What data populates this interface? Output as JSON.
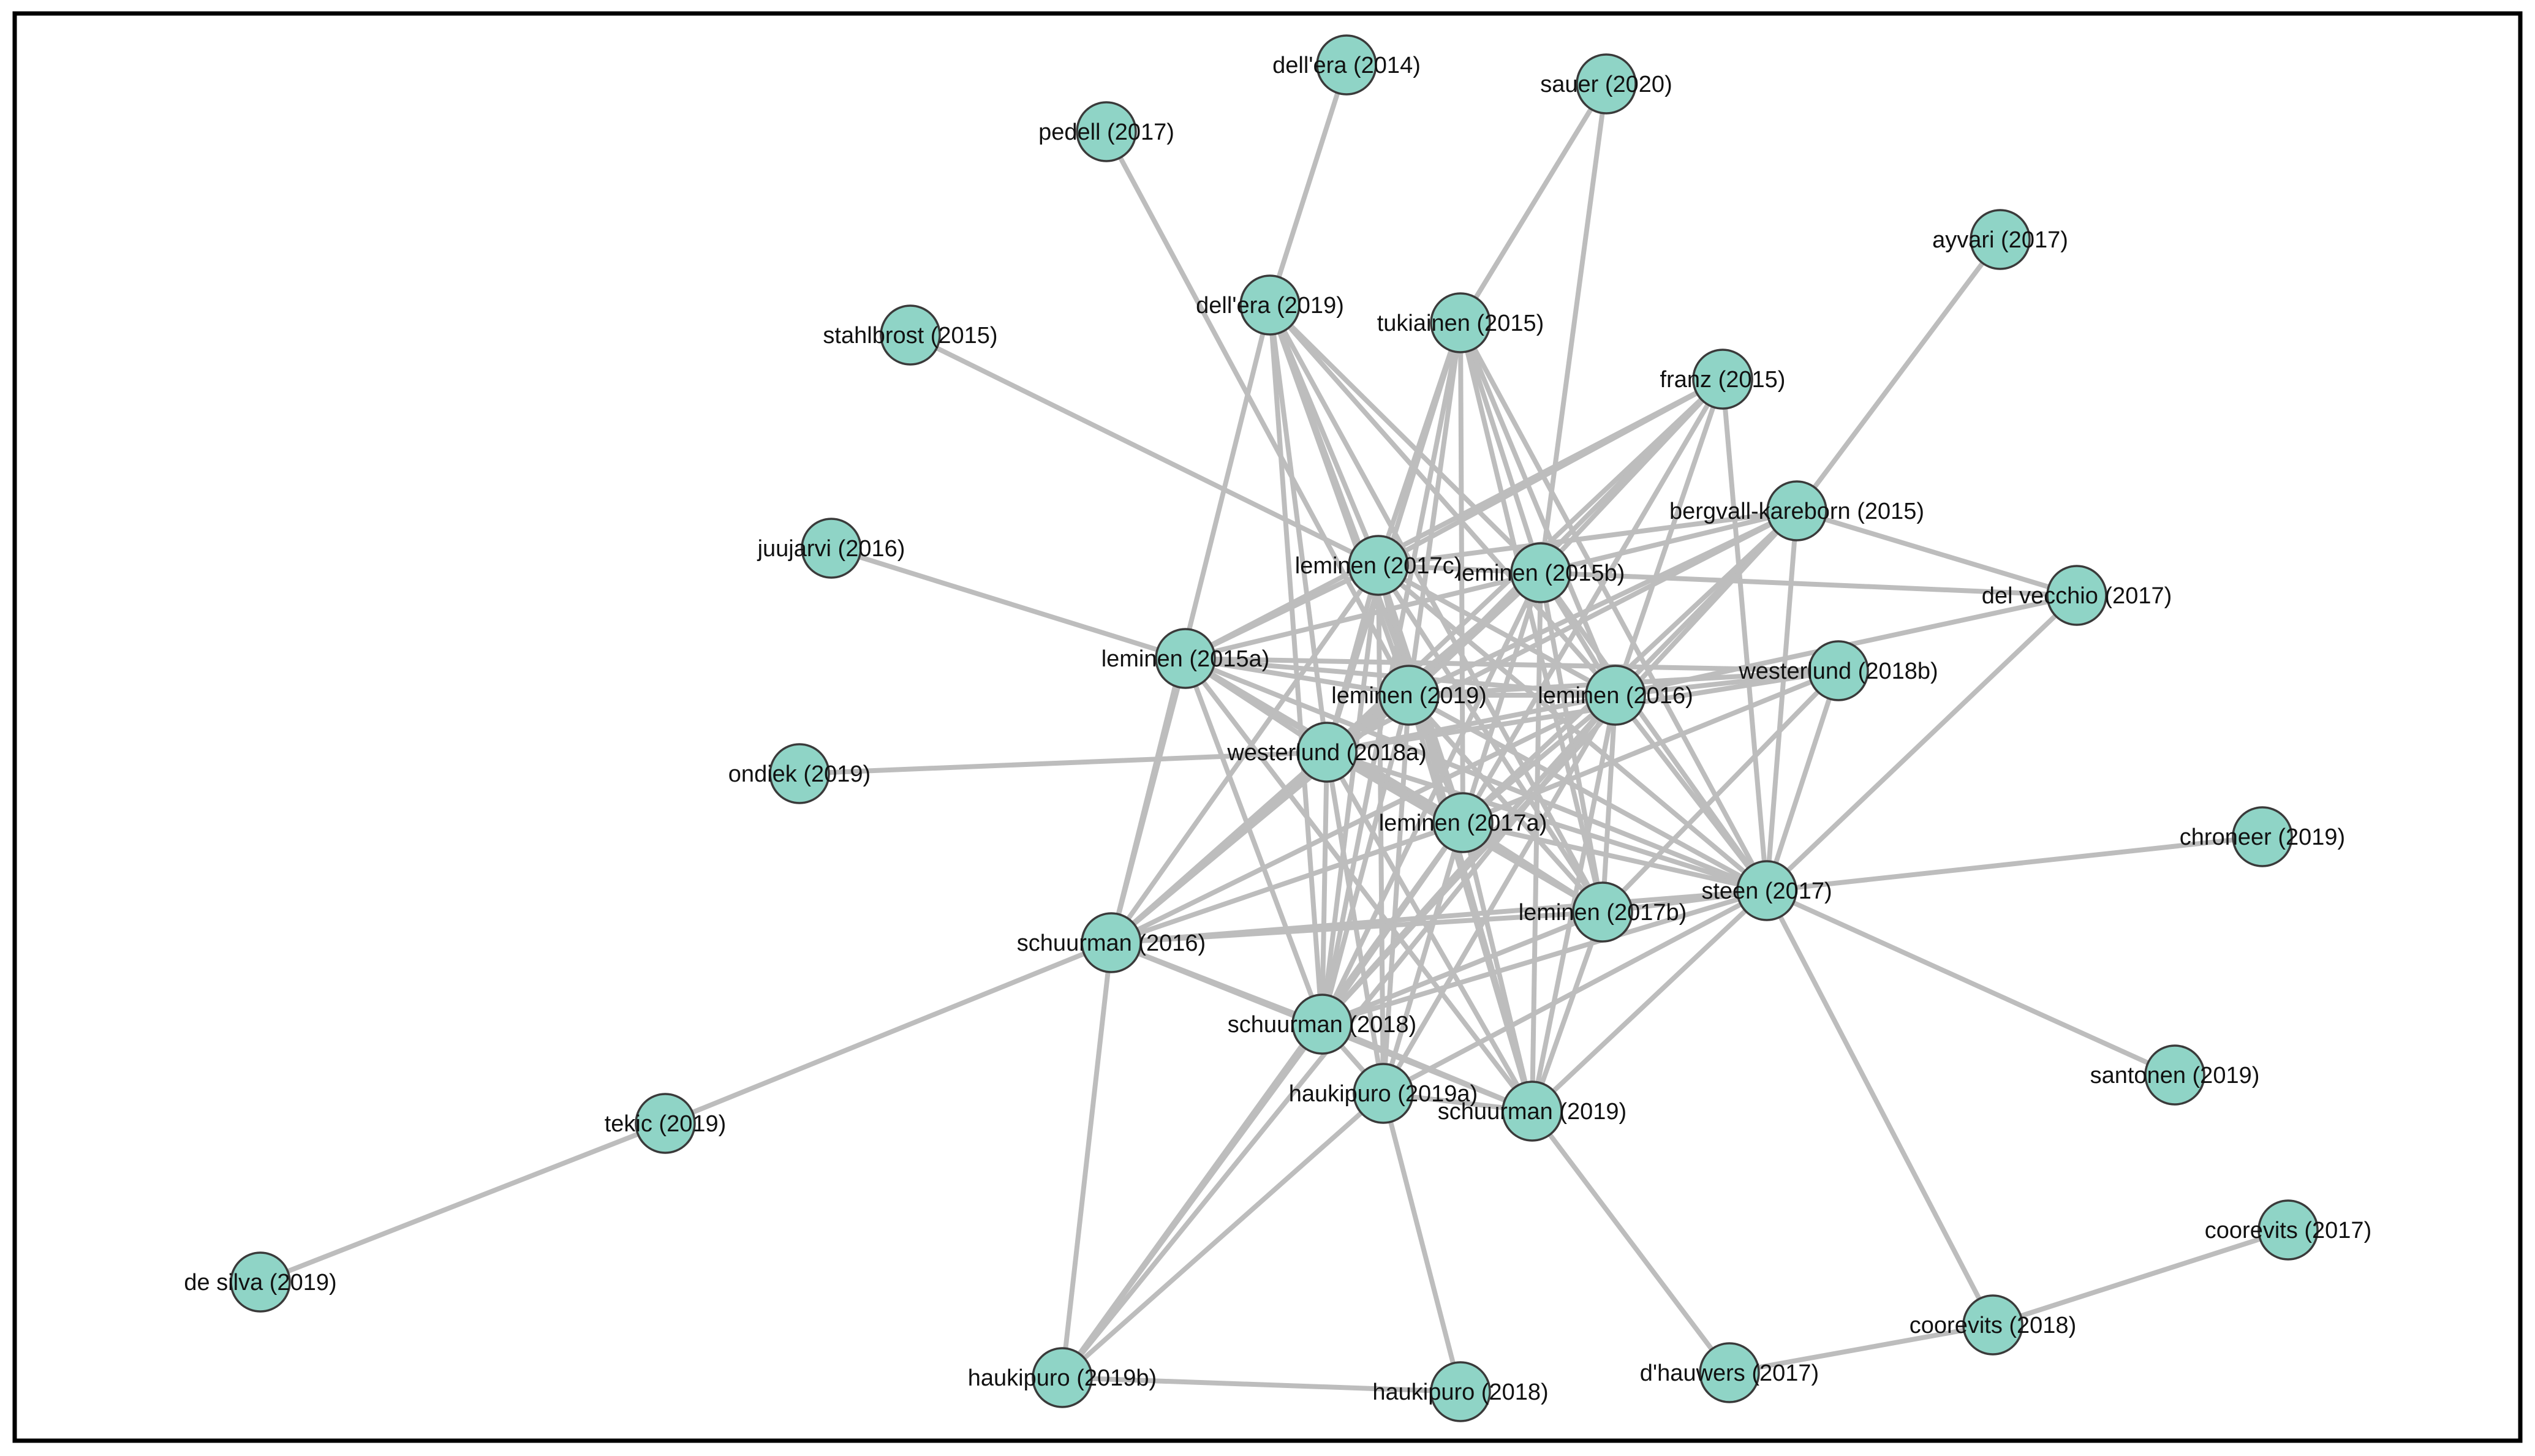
{
  "graph": {
    "node_color": "#8fd4c6",
    "edge_color": "#bdbdbd",
    "nodes": [
      {
        "id": "dellera2014",
        "label": "dell'era (2014)"
      },
      {
        "id": "sauer2020",
        "label": "sauer (2020)"
      },
      {
        "id": "pedell2017",
        "label": "pedell (2017)"
      },
      {
        "id": "ayvari2017",
        "label": "ayvari (2017)"
      },
      {
        "id": "dellera2019",
        "label": "dell'era (2019)"
      },
      {
        "id": "tukiainen2015",
        "label": "tukiainen (2015)"
      },
      {
        "id": "stahlbrost2015",
        "label": "stahlbrost (2015)"
      },
      {
        "id": "franz2015",
        "label": "franz (2015)"
      },
      {
        "id": "bergvall2015",
        "label": "bergvall-kareborn (2015)"
      },
      {
        "id": "juujarvi2016",
        "label": "juujarvi (2016)"
      },
      {
        "id": "leminen2017c",
        "label": "leminen (2017c)"
      },
      {
        "id": "leminen2015b",
        "label": "leminen (2015b)"
      },
      {
        "id": "delvecchio2017",
        "label": "del vecchio (2017)"
      },
      {
        "id": "leminen2015a",
        "label": "leminen (2015a)"
      },
      {
        "id": "westerlund2018b",
        "label": "westerlund (2018b)"
      },
      {
        "id": "leminen2019",
        "label": "leminen (2019)"
      },
      {
        "id": "leminen2016",
        "label": "leminen (2016)"
      },
      {
        "id": "westerlund2018a",
        "label": "westerlund (2018a)"
      },
      {
        "id": "ondiek2019",
        "label": "ondiek (2019)"
      },
      {
        "id": "leminen2017a",
        "label": "leminen (2017a)"
      },
      {
        "id": "chroneer2019",
        "label": "chroneer (2019)"
      },
      {
        "id": "steen2017",
        "label": "steen (2017)"
      },
      {
        "id": "leminen2017b",
        "label": "leminen (2017b)"
      },
      {
        "id": "schuurman2016",
        "label": "schuurman (2016)"
      },
      {
        "id": "schuurman2018",
        "label": "schuurman (2018)"
      },
      {
        "id": "santonen2019",
        "label": "santonen (2019)"
      },
      {
        "id": "haukipuro2019a",
        "label": "haukipuro (2019a)"
      },
      {
        "id": "schuurman2019",
        "label": "schuurman (2019)"
      },
      {
        "id": "tekic2019",
        "label": "tekic (2019)"
      },
      {
        "id": "coorevits2017",
        "label": "coorevits (2017)"
      },
      {
        "id": "desilva2019",
        "label": "de silva (2019)"
      },
      {
        "id": "coorevits2018",
        "label": "coorevits (2018)"
      },
      {
        "id": "dhauwers2017",
        "label": "d'hauwers (2017)"
      },
      {
        "id": "haukipuro2019b",
        "label": "haukipuro (2019b)"
      },
      {
        "id": "haukipuro2018",
        "label": "haukipuro (2018)"
      }
    ],
    "edges": [
      [
        "dellera2014",
        "dellera2019"
      ],
      [
        "sauer2020",
        "tukiainen2015"
      ],
      [
        "sauer2020",
        "leminen2015b"
      ],
      [
        "pedell2017",
        "leminen2019"
      ],
      [
        "ayvari2017",
        "bergvall2015"
      ],
      [
        "stahlbrost2015",
        "leminen2017c"
      ],
      [
        "juujarvi2016",
        "leminen2015a"
      ],
      [
        "ondiek2019",
        "westerlund2018a"
      ],
      [
        "chroneer2019",
        "steen2017"
      ],
      [
        "santonen2019",
        "steen2017"
      ],
      [
        "tekic2019",
        "schuurman2016"
      ],
      [
        "tekic2019",
        "desilva2019"
      ],
      [
        "coorevits2017",
        "coorevits2018"
      ],
      [
        "coorevits2018",
        "dhauwers2017"
      ],
      [
        "coorevits2018",
        "steen2017"
      ],
      [
        "dhauwers2017",
        "schuurman2019"
      ],
      [
        "haukipuro2019b",
        "haukipuro2018"
      ],
      [
        "haukipuro2019b",
        "schuurman2016"
      ],
      [
        "haukipuro2019b",
        "haukipuro2019a"
      ],
      [
        "haukipuro2018",
        "haukipuro2019a"
      ],
      [
        "dellera2019",
        "leminen2017c"
      ],
      [
        "dellera2019",
        "leminen2015b"
      ],
      [
        "dellera2019",
        "leminen2019"
      ],
      [
        "dellera2019",
        "leminen2016"
      ],
      [
        "dellera2019",
        "leminen2017a"
      ],
      [
        "dellera2019",
        "schuurman2016"
      ],
      [
        "dellera2019",
        "schuurman2018"
      ],
      [
        "dellera2019",
        "leminen2017b"
      ],
      [
        "dellera2019",
        "westerlund2018a"
      ],
      [
        "tukiainen2015",
        "leminen2017c"
      ],
      [
        "tukiainen2015",
        "leminen2015b"
      ],
      [
        "tukiainen2015",
        "leminen2019"
      ],
      [
        "tukiainen2015",
        "leminen2016"
      ],
      [
        "tukiainen2015",
        "leminen2017a"
      ],
      [
        "tukiainen2015",
        "westerlund2018a"
      ],
      [
        "tukiainen2015",
        "schuurman2018"
      ],
      [
        "tukiainen2015",
        "leminen2017b"
      ],
      [
        "tukiainen2015",
        "steen2017"
      ],
      [
        "franz2015",
        "leminen2017c"
      ],
      [
        "franz2015",
        "leminen2015b"
      ],
      [
        "franz2015",
        "leminen2019"
      ],
      [
        "franz2015",
        "leminen2016"
      ],
      [
        "franz2015",
        "westerlund2018a"
      ],
      [
        "franz2015",
        "leminen2017a"
      ],
      [
        "franz2015",
        "steen2017"
      ],
      [
        "franz2015",
        "leminen2015a"
      ],
      [
        "bergvall2015",
        "leminen2015b"
      ],
      [
        "bergvall2015",
        "leminen2016"
      ],
      [
        "bergvall2015",
        "leminen2017a"
      ],
      [
        "bergvall2015",
        "westerlund2018a"
      ],
      [
        "bergvall2015",
        "steen2017"
      ],
      [
        "bergvall2015",
        "delvecchio2017"
      ],
      [
        "bergvall2015",
        "leminen2019"
      ],
      [
        "bergvall2015",
        "schuurman2018"
      ],
      [
        "bergvall2015",
        "leminen2017c"
      ],
      [
        "delvecchio2017",
        "leminen2015b"
      ],
      [
        "delvecchio2017",
        "steen2017"
      ],
      [
        "delvecchio2017",
        "leminen2016"
      ],
      [
        "westerlund2018b",
        "leminen2016"
      ],
      [
        "westerlund2018b",
        "steen2017"
      ],
      [
        "westerlund2018b",
        "leminen2015a"
      ],
      [
        "westerlund2018b",
        "leminen2017a"
      ],
      [
        "westerlund2018b",
        "leminen2019"
      ],
      [
        "westerlund2018b",
        "westerlund2018a"
      ],
      [
        "westerlund2018b",
        "leminen2017b"
      ],
      [
        "leminen2017c",
        "leminen2015b"
      ],
      [
        "leminen2017c",
        "leminen2015a"
      ],
      [
        "leminen2017c",
        "leminen2019"
      ],
      [
        "leminen2017c",
        "leminen2016"
      ],
      [
        "leminen2017c",
        "westerlund2018a"
      ],
      [
        "leminen2017c",
        "leminen2017a"
      ],
      [
        "leminen2017c",
        "leminen2017b"
      ],
      [
        "leminen2017c",
        "steen2017"
      ],
      [
        "leminen2017c",
        "schuurman2016"
      ],
      [
        "leminen2017c",
        "schuurman2018"
      ],
      [
        "leminen2017c",
        "haukipuro2019a"
      ],
      [
        "leminen2017c",
        "schuurman2019"
      ],
      [
        "leminen2015b",
        "leminen2015a"
      ],
      [
        "leminen2015b",
        "leminen2019"
      ],
      [
        "leminen2015b",
        "leminen2016"
      ],
      [
        "leminen2015b",
        "westerlund2018a"
      ],
      [
        "leminen2015b",
        "leminen2017a"
      ],
      [
        "leminen2015b",
        "leminen2017b"
      ],
      [
        "leminen2015b",
        "steen2017"
      ],
      [
        "leminen2015b",
        "schuurman2016"
      ],
      [
        "leminen2015b",
        "schuurman2018"
      ],
      [
        "leminen2015b",
        "schuurman2019"
      ],
      [
        "leminen2015a",
        "leminen2019"
      ],
      [
        "leminen2015a",
        "leminen2016"
      ],
      [
        "leminen2015a",
        "westerlund2018a"
      ],
      [
        "leminen2015a",
        "leminen2017a"
      ],
      [
        "leminen2015a",
        "steen2017"
      ],
      [
        "leminen2015a",
        "schuurman2016"
      ],
      [
        "leminen2015a",
        "schuurman2018"
      ],
      [
        "leminen2015a",
        "leminen2017b"
      ],
      [
        "leminen2015a",
        "schuurman2019"
      ],
      [
        "leminen2019",
        "leminen2016"
      ],
      [
        "leminen2019",
        "westerlund2018a"
      ],
      [
        "leminen2019",
        "leminen2017a"
      ],
      [
        "leminen2019",
        "leminen2017b"
      ],
      [
        "leminen2019",
        "steen2017"
      ],
      [
        "leminen2019",
        "schuurman2016"
      ],
      [
        "leminen2019",
        "schuurman2018"
      ],
      [
        "leminen2019",
        "haukipuro2019a"
      ],
      [
        "leminen2019",
        "schuurman2019"
      ],
      [
        "leminen2016",
        "westerlund2018a"
      ],
      [
        "leminen2016",
        "leminen2017a"
      ],
      [
        "leminen2016",
        "leminen2017b"
      ],
      [
        "leminen2016",
        "steen2017"
      ],
      [
        "leminen2016",
        "schuurman2016"
      ],
      [
        "leminen2016",
        "schuurman2018"
      ],
      [
        "leminen2016",
        "haukipuro2019a"
      ],
      [
        "leminen2016",
        "schuurman2019"
      ],
      [
        "leminen2016",
        "haukipuro2019b"
      ],
      [
        "westerlund2018a",
        "leminen2017a"
      ],
      [
        "westerlund2018a",
        "schuurman2016"
      ],
      [
        "westerlund2018a",
        "schuurman2018"
      ],
      [
        "westerlund2018a",
        "haukipuro2019a"
      ],
      [
        "westerlund2018a",
        "steen2017"
      ],
      [
        "westerlund2018a",
        "schuurman2019"
      ],
      [
        "westerlund2018a",
        "leminen2017b"
      ],
      [
        "leminen2017a",
        "leminen2017b"
      ],
      [
        "leminen2017a",
        "steen2017"
      ],
      [
        "leminen2017a",
        "schuurman2016"
      ],
      [
        "leminen2017a",
        "schuurman2018"
      ],
      [
        "leminen2017a",
        "haukipuro2019a"
      ],
      [
        "leminen2017a",
        "schuurman2019"
      ],
      [
        "leminen2017a",
        "haukipuro2019b"
      ],
      [
        "leminen2017b",
        "steen2017"
      ],
      [
        "leminen2017b",
        "schuurman2018"
      ],
      [
        "leminen2017b",
        "schuurman2019"
      ],
      [
        "leminen2017b",
        "schuurman2016"
      ],
      [
        "steen2017",
        "schuurman2018"
      ],
      [
        "steen2017",
        "haukipuro2019a"
      ],
      [
        "steen2017",
        "schuurman2016"
      ],
      [
        "steen2017",
        "schuurman2019"
      ],
      [
        "schuurman2016",
        "schuurman2018"
      ],
      [
        "schuurman2016",
        "schuurman2019"
      ],
      [
        "schuurman2018",
        "haukipuro2019a"
      ],
      [
        "schuurman2018",
        "schuurman2019"
      ],
      [
        "schuurman2018",
        "haukipuro2019b"
      ],
      [
        "haukipuro2019a",
        "schuurman2019"
      ]
    ]
  }
}
